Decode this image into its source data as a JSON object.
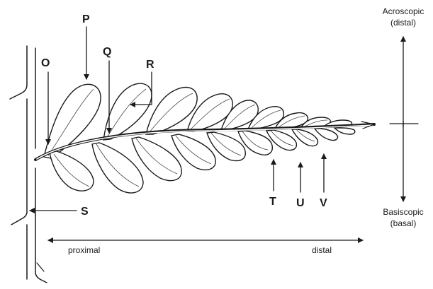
{
  "labels": {
    "O": "O",
    "P": "P",
    "Q": "Q",
    "R": "R",
    "S": "S",
    "T": "T",
    "U": "U",
    "V": "V"
  },
  "axis": {
    "acroscopic_line1": "Acroscopic",
    "acroscopic_line2": "(distal)",
    "basiscopic_line1": "Basiscopic",
    "basiscopic_line2": "(basal)",
    "proximal": "proximal",
    "distal": "distal"
  },
  "colors": {
    "ink": "#1a1a1a",
    "background": "#ffffff"
  }
}
